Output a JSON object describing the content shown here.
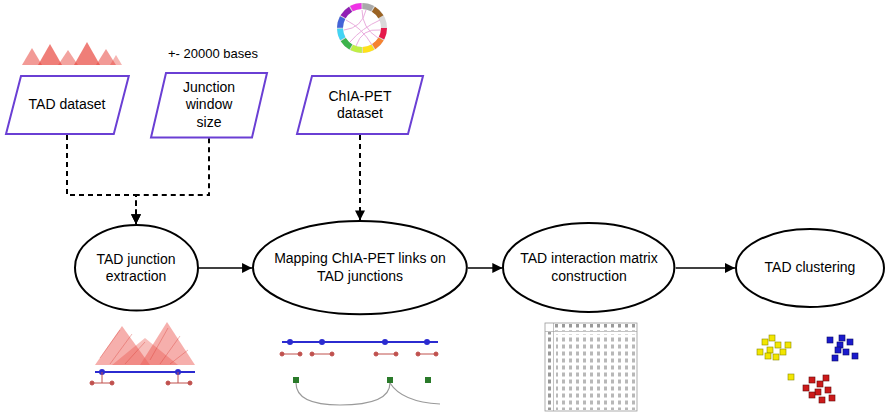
{
  "diagram": {
    "nodes": [
      {
        "text": [
          "TAD dataset"
        ]
      },
      {
        "text": [
          "Junction window size"
        ]
      },
      {
        "text": [
          "ChIA-PET dataset"
        ]
      },
      {
        "text": [
          "TAD junction extraction"
        ]
      },
      {
        "text": [
          "Mapping ChIA-PET links on TAD junctions"
        ]
      },
      {
        "text": [
          "TAD interaction matrix construction"
        ]
      },
      {
        "text": [
          "TAD clustering"
        ]
      }
    ],
    "edges": [
      {
        "from": 0,
        "to": 3,
        "arrow": "to"
      },
      {
        "from": 1,
        "to": 3,
        "arrow": "to"
      },
      {
        "from": 2,
        "to": 4,
        "arrow": "to"
      },
      {
        "from": 3,
        "to": 4,
        "arrow": "to"
      },
      {
        "from": 4,
        "to": 5,
        "arrow": "to"
      },
      {
        "from": 5,
        "to": 6,
        "arrow": "to"
      }
    ],
    "labels": [
      "+- 20000 bases"
    ]
  }
}
